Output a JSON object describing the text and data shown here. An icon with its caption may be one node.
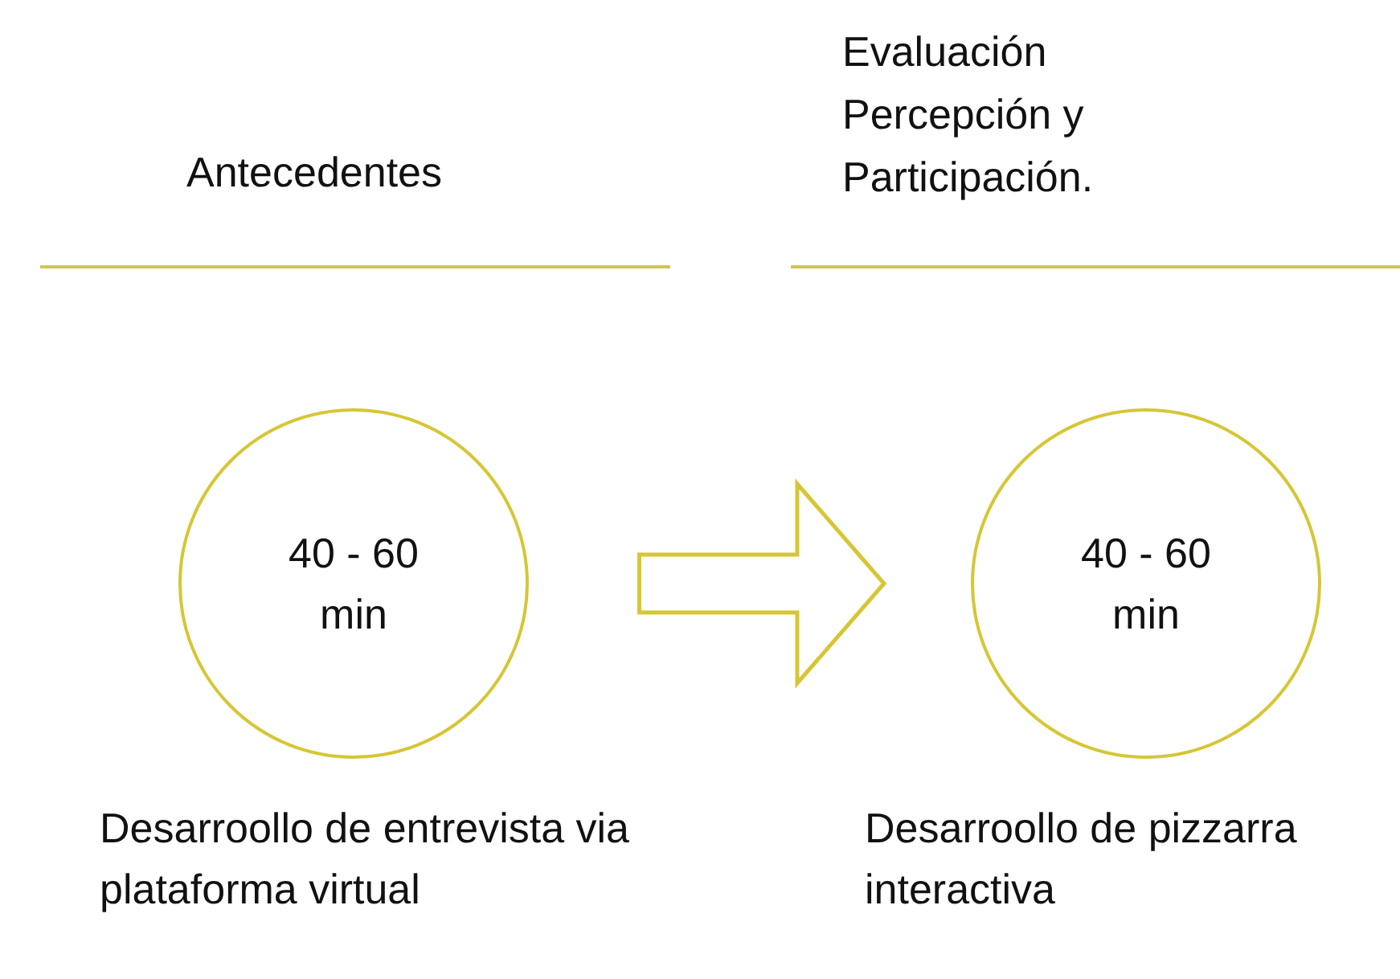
{
  "diagram": {
    "nodes": [
      {
        "text": [
          "40 - 60 min"
        ],
        "beside": [
          "Desarroollo de entrevista via plataforma virtual"
        ]
      },
      {
        "text": [
          "40 - 60 min"
        ],
        "beside": [
          "Desarroollo de pizzarra interactiva"
        ]
      }
    ],
    "edges": [
      {
        "from": 0,
        "to": 1,
        "arrow": "to"
      }
    ],
    "labels": [
      "Antecedentes",
      "Evaluación Percepción y Participación."
    ]
  }
}
